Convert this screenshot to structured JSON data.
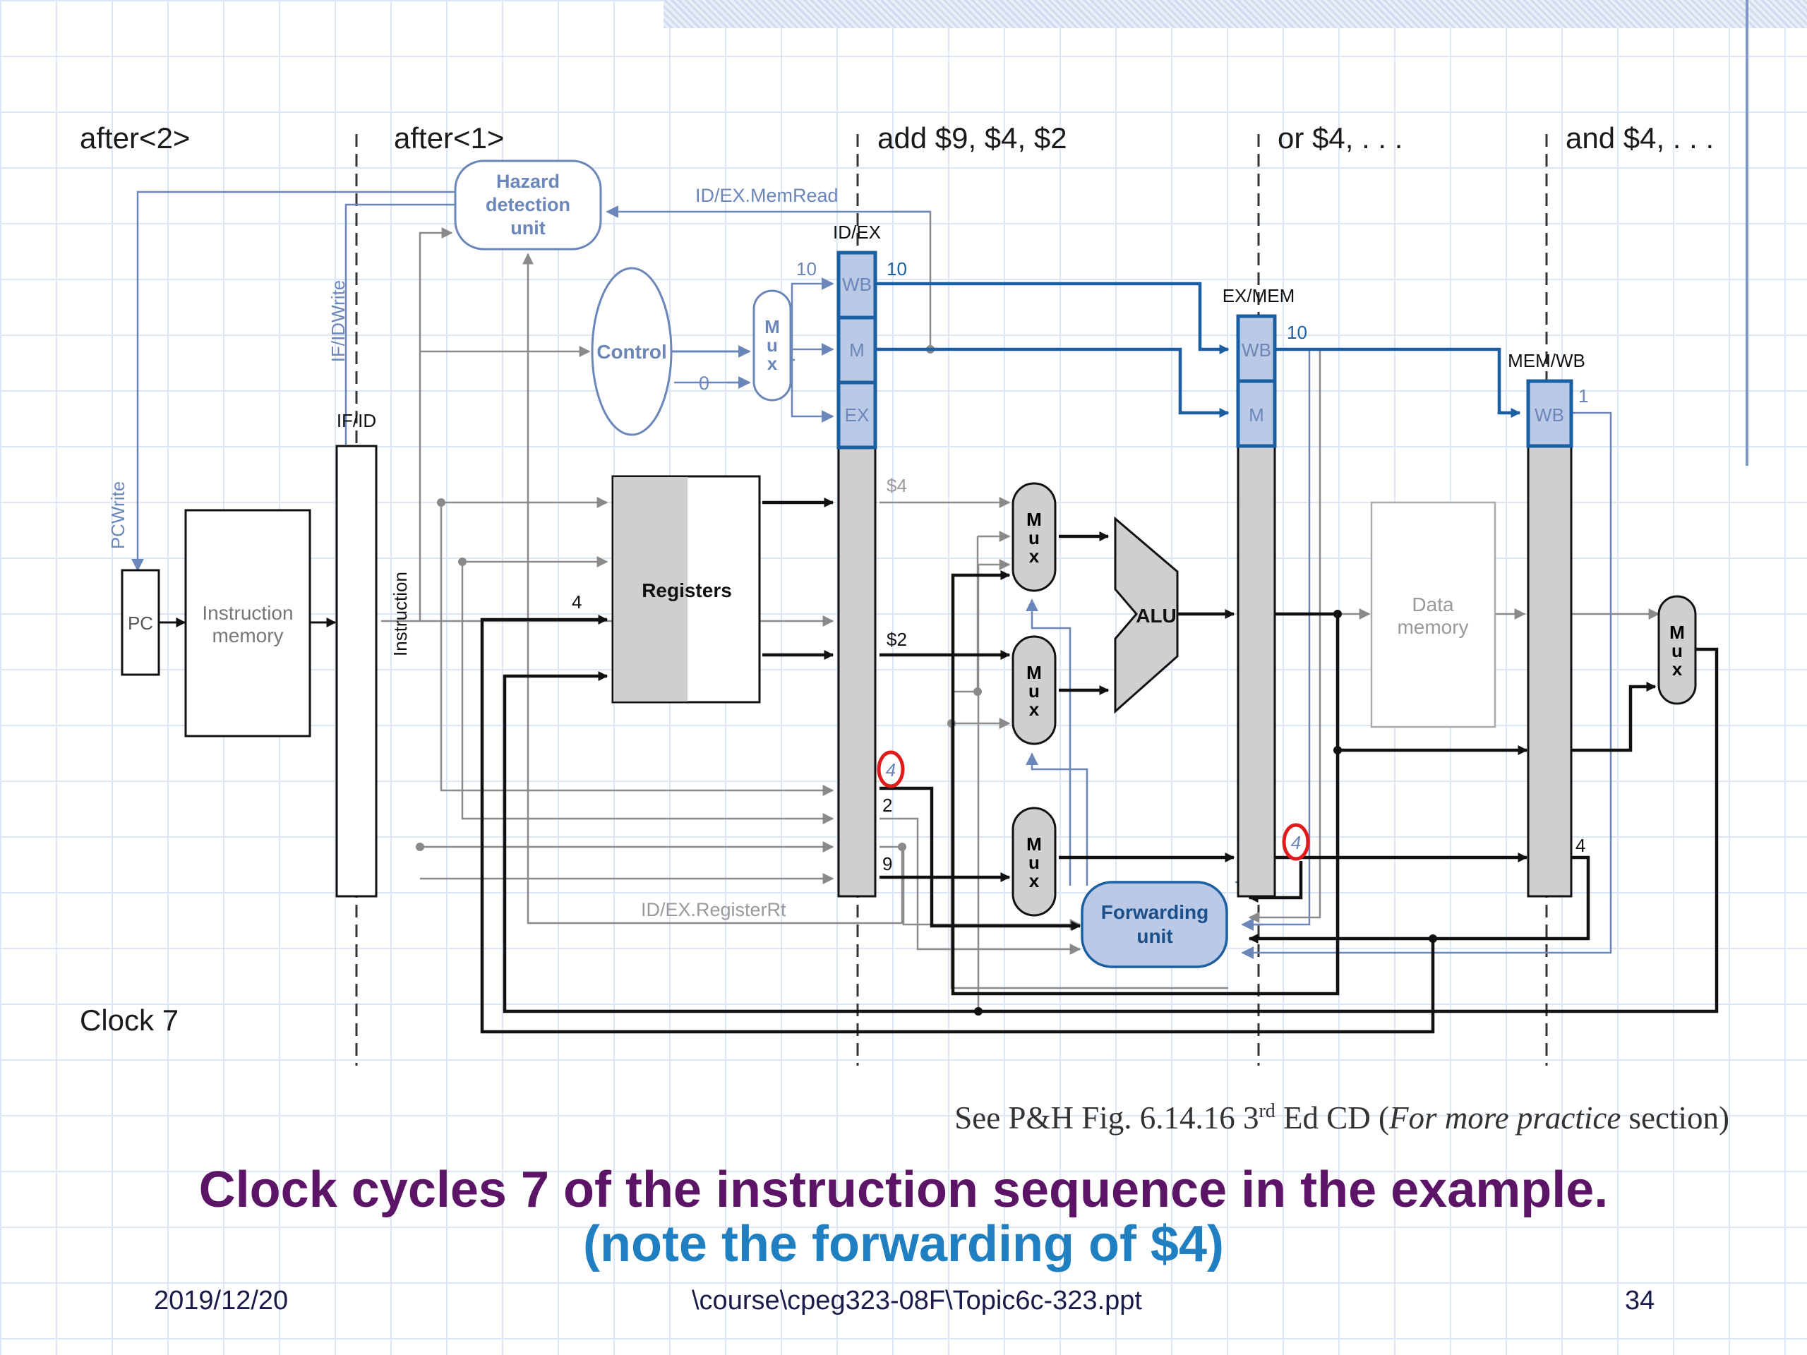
{
  "stages": [
    "after<2>",
    "after<1>",
    "add $9, $4, $2",
    "or $4, . . .",
    "and $4, . . ."
  ],
  "clock": "Clock 7",
  "hazard": {
    "l1": "Hazard",
    "l2": "detection",
    "l3": "unit"
  },
  "control": "Control",
  "mux_letters": [
    "M",
    "u",
    "x"
  ],
  "zero": "0",
  "signals": {
    "memread": "ID/EX.MemRead",
    "registerrt": "ID/EX.RegisterRt",
    "ifidwrite": "IF/IDWrite",
    "pcwrite": "PCWrite",
    "instruction": "Instruction"
  },
  "registers": {
    "idex": "ID/EX",
    "exmem": "EX/MEM",
    "memwb": "MEM/WB",
    "ifid": "IF/ID"
  },
  "fields": {
    "wb": "WB",
    "m": "M",
    "ex": "EX"
  },
  "numbers": {
    "ten": "10",
    "one": "1",
    "four": "4",
    "two": "2",
    "nine": "9"
  },
  "units": {
    "pc": "PC",
    "imem_l1": "Instruction",
    "imem_l2": "memory",
    "registers": "Registers",
    "alu": "ALU",
    "dmem_l1": "Data",
    "dmem_l2": "memory",
    "fwd_l1": "Forwarding",
    "fwd_l2": "unit"
  },
  "values": {
    "r4": "$4",
    "r2": "$2"
  },
  "circled": "4",
  "caption": {
    "ref_prefix": "See P&H Fig. 6.14.16 3",
    "ref_sup": "rd",
    "ref_mid": " Ed CD (",
    "ref_italic": "For more practice",
    "ref_suffix": " section)",
    "main": "Clock cycles 7 of the instruction sequence in the example.",
    "sub": "(note the forwarding of $4)"
  },
  "footer": {
    "date": "2019/12/20",
    "path": "\\course\\cpeg323-08F\\Topic6c-323.ppt",
    "page": "34"
  },
  "colors": {
    "line_blue": "#6b86b8",
    "thick_blue": "#1b5fa3",
    "fill_blue": "#b9c9e6",
    "gray_fill": "#cfcfcf",
    "circle_red": "#e01b1b"
  }
}
